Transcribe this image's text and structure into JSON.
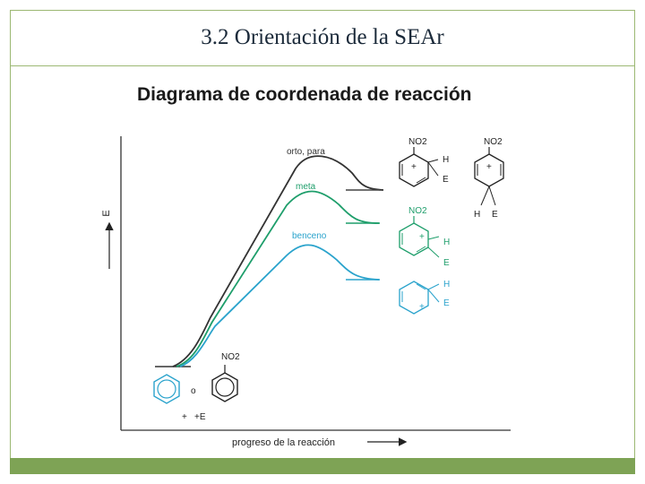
{
  "slide": {
    "title": "3.2 Orientación de la SEAr",
    "diagram_title": "Diagrama de coordenada de reacción"
  },
  "axes": {
    "y_label": "E",
    "x_label": "progreso de la reacción"
  },
  "curves": {
    "orto_para": {
      "label": "orto, para",
      "color": "#333333"
    },
    "meta": {
      "label": "meta",
      "color": "#1e9e6b"
    },
    "benceno": {
      "label": "benceno",
      "color": "#2aa3cc"
    }
  },
  "reactants": {
    "connector": "o",
    "substituent": "NO2",
    "electrophile": "+E",
    "plus": "+"
  },
  "structures": {
    "sigma_orto_para_a": {
      "top": "NO2",
      "h": "H",
      "e": "E",
      "charge": "+"
    },
    "sigma_orto_para_b": {
      "top": "NO2",
      "h": "H",
      "e": "E",
      "charge": "+"
    },
    "sigma_meta": {
      "top": "NO2",
      "h": "H",
      "e": "E",
      "charge": "+"
    },
    "sigma_benceno": {
      "h": "H",
      "e": "E",
      "charge": "+"
    }
  },
  "colors": {
    "accent_green": "#7ea355",
    "black_curve": "#333333",
    "green_curve": "#1e9e6b",
    "blue_curve": "#2aa3cc"
  }
}
